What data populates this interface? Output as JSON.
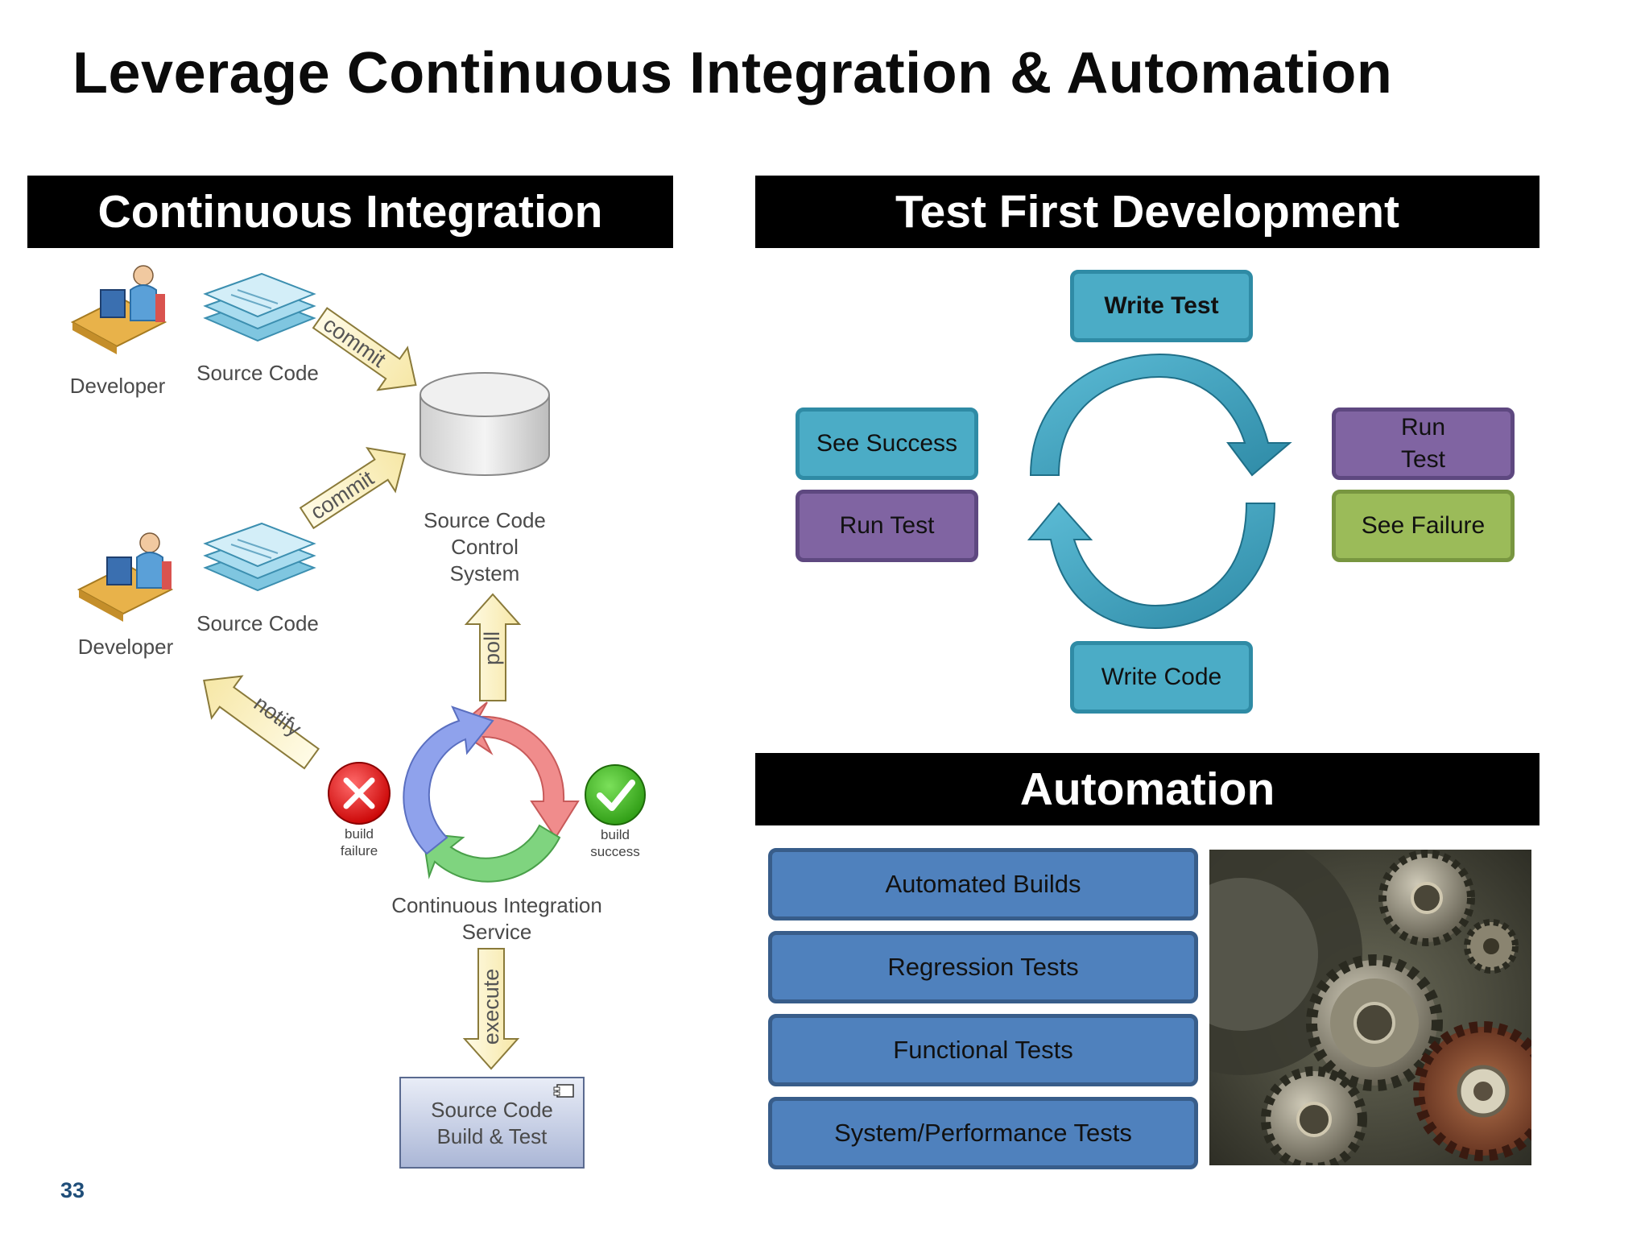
{
  "title": "Leverage Continuous Integration & Automation",
  "page_number": "33",
  "ci": {
    "header": "Continuous Integration",
    "developer_label": "Developer",
    "source_code_label": "Source Code",
    "commit_label": "commit",
    "scm_label": [
      "Source Code",
      "Control",
      "System"
    ],
    "poll_label": "poll",
    "notify_label": "notify",
    "build_failure_label": [
      "build",
      "failure"
    ],
    "build_success_label": [
      "build",
      "success"
    ],
    "ci_service_label": [
      "Continuous Integration",
      "Service"
    ],
    "execute_label": "execute",
    "build_test_label": [
      "Source Code",
      "Build & Test"
    ]
  },
  "tfd": {
    "header": "Test First Development",
    "write_test": "Write Test",
    "see_success": "See Success",
    "run_test_left": "Run Test",
    "run_test_right": [
      "Run",
      "Test"
    ],
    "see_failure": "See Failure",
    "write_code": "Write Code"
  },
  "automation": {
    "header": "Automation",
    "items": [
      "Automated Builds",
      "Regression Tests",
      "Functional Tests",
      "System/Performance Tests"
    ]
  },
  "colors": {
    "teal": "#4bacc6",
    "purple": "#8064a2",
    "green": "#9bbb59",
    "blue": "#4f81bd",
    "header_bg": "#000000"
  }
}
